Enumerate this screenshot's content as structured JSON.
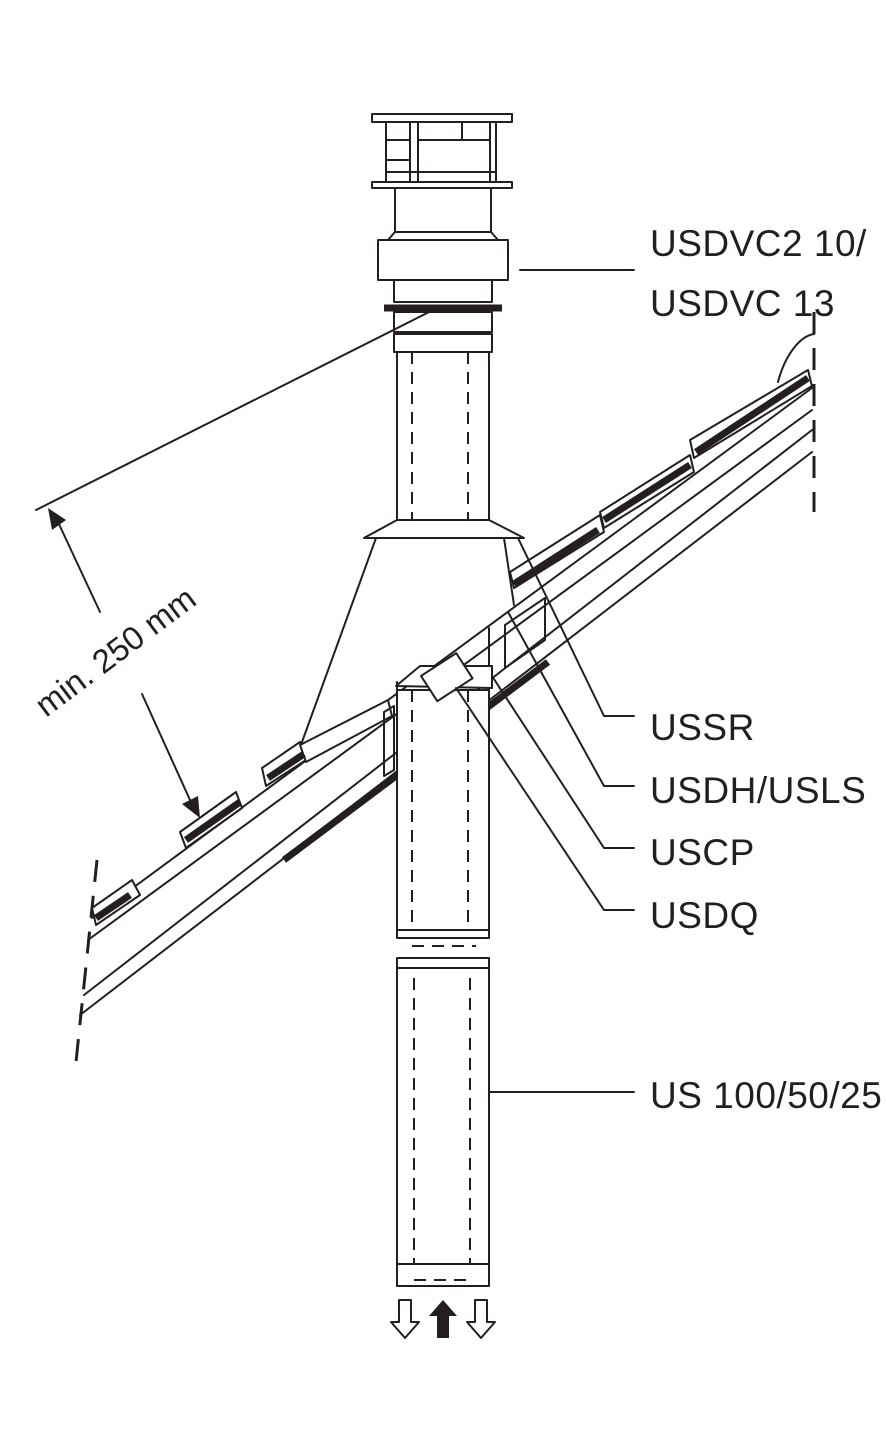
{
  "labels": {
    "cap": "USDVC2 10/",
    "cap2": "USDVC 13",
    "rain_collar": "USSR",
    "flashing": "USDH/USLS",
    "support": "USCP",
    "clamp": "USDQ",
    "pipe": "US 100/50/25"
  },
  "dimension": {
    "text": "min. 250 mm"
  },
  "flow": {
    "arrows": [
      "outlined-down-arrow",
      "filled-up-arrow",
      "outlined-down-arrow"
    ]
  }
}
